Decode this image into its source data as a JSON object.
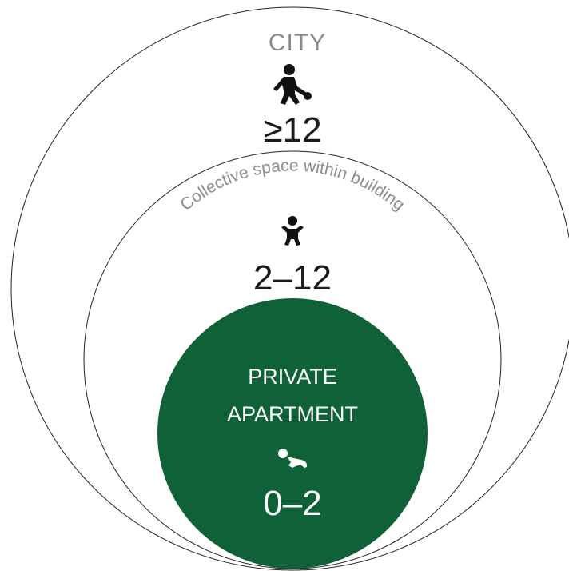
{
  "city": {
    "label": "CITY",
    "age_range": "≥12",
    "icon": "child-kicking-ball-icon",
    "stroke_color": "#222222"
  },
  "building": {
    "label": "Collective space within building",
    "age_range": "2–12",
    "icon": "toddler-icon",
    "label_color": "#8c8c8c",
    "stroke_color": "#222222"
  },
  "apartment": {
    "label_line1": "PRIVATE",
    "label_line2": "APARTMENT",
    "age_range": "0–2",
    "icon": "crawling-baby-icon",
    "fill_color": "#0f6137",
    "text_color": "#ffffff"
  },
  "text_color": "#1a1a1a"
}
